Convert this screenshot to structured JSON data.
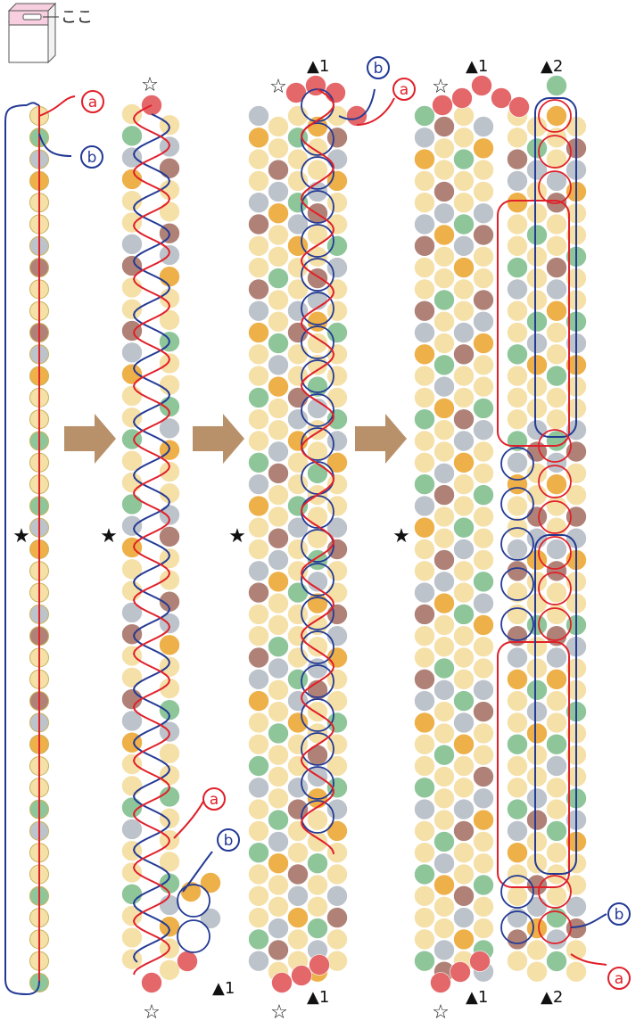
{
  "labels": {
    "here": "ここ",
    "a": "a",
    "b": "b",
    "open_star": "☆",
    "black_star": "★",
    "triangle1": "▲1",
    "triangle2": "▲2"
  },
  "colors": {
    "red": "#e4676a",
    "green": "#8ec69a",
    "gray": "#bdc3cb",
    "yellow": "#f5e0a8",
    "orange": "#eeb049",
    "brown": "#b08277",
    "bead_outline": "#c9b25a",
    "thread_red": "#e0202a",
    "thread_blue": "#233a95",
    "arrow": "#b8916a",
    "box_pink": "#f7cfe0"
  },
  "strand_pattern": [
    "yellow",
    "green",
    "gray",
    "orange",
    "yellow",
    "yellow",
    "gray",
    "brown",
    "yellow",
    "yellow",
    "brown",
    "gray",
    "orange",
    "yellow",
    "yellow",
    "green",
    "yellow",
    "yellow",
    "green",
    "gray",
    "orange",
    "yellow",
    "yellow",
    "gray",
    "brown",
    "yellow",
    "yellow",
    "brown",
    "gray",
    "orange",
    "yellow",
    "yellow",
    "green",
    "gray",
    "yellow",
    "yellow",
    "green",
    "yellow",
    "yellow"
  ]
}
